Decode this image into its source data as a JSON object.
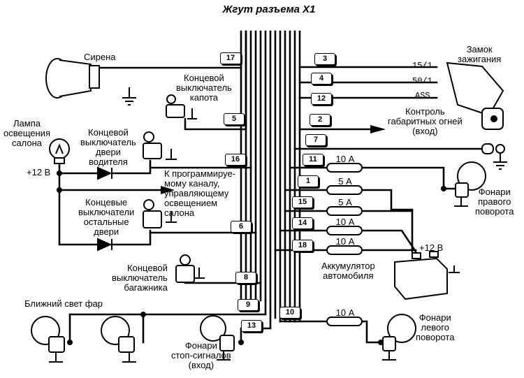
{
  "title": "Жгут разъема X1",
  "wire_numbers": [
    "17",
    "5",
    "16",
    "6",
    "8",
    "9",
    "13",
    "3",
    "4",
    "12",
    "2",
    "7",
    "11",
    "1",
    "15",
    "14",
    "18",
    "10"
  ],
  "labels": {
    "siren": "Сирена",
    "hood_switch": "Концевой\nвыключатель\nкапота",
    "cabin_lamp": "Лампа\nосвещения\nсалона",
    "driver_door": "Концевой\nвыключатель\nдвери\nводителя",
    "plus12": "+12 В",
    "prog_channel": "К программируе-\nмому каналу,\nуправляющему\nосвещением\nсалона",
    "other_doors": "Концевые\nвыключатели\nостальные\nдвери",
    "trunk_switch": "Концевой\nвыключатель\nбагажника",
    "low_beam": "Ближний свет фар",
    "stop_lamps": "Фонари\nстоп-сигналов\n(вход)",
    "ignition_lock": "Замок\nзажигания",
    "parking_lights": "Контроль\nгабаритных огней\n(вход)",
    "right_turn": "Фонари\nправого\nповорота",
    "battery_plus": "+12 В",
    "battery": "Аккумулятор\nавтомобиля",
    "left_turn": "Фонари\nлевого\nповорота"
  },
  "ignition_positions": [
    "15/1",
    "50/1",
    "ASS"
  ],
  "fuses": [
    "10 А",
    "5 А",
    "5 А",
    "10 А",
    "10 А",
    "10 А"
  ]
}
